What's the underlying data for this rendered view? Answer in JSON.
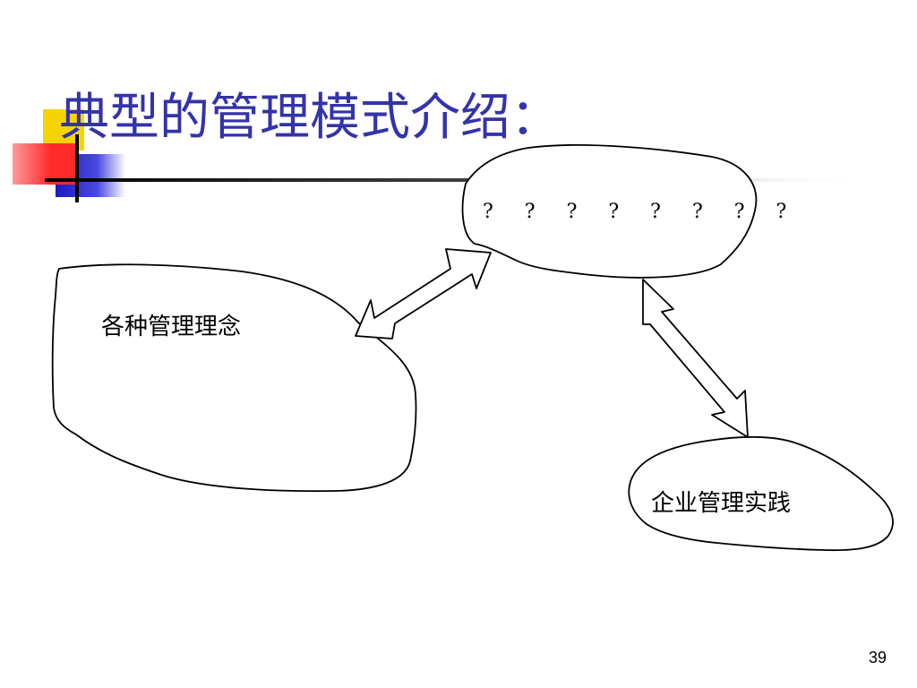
{
  "slide": {
    "title": "典型的管理模式介绍：",
    "page_number": "39"
  },
  "diagram": {
    "nodes": {
      "top": {
        "label": "? ? ? ? ? ? ? ?"
      },
      "left": {
        "label": "各种管理理念"
      },
      "bottom_right": {
        "label": "企业管理实践"
      }
    },
    "edges": [
      {
        "from": "left",
        "to": "top",
        "type": "bidirectional"
      },
      {
        "from": "top",
        "to": "bottom_right",
        "type": "bidirectional"
      }
    ]
  },
  "colors": {
    "title": "#3333aa",
    "accent_yellow": "#f5d400",
    "accent_red": "#ff2a2a",
    "accent_blue": "#2424c8",
    "divider": "#000000"
  }
}
